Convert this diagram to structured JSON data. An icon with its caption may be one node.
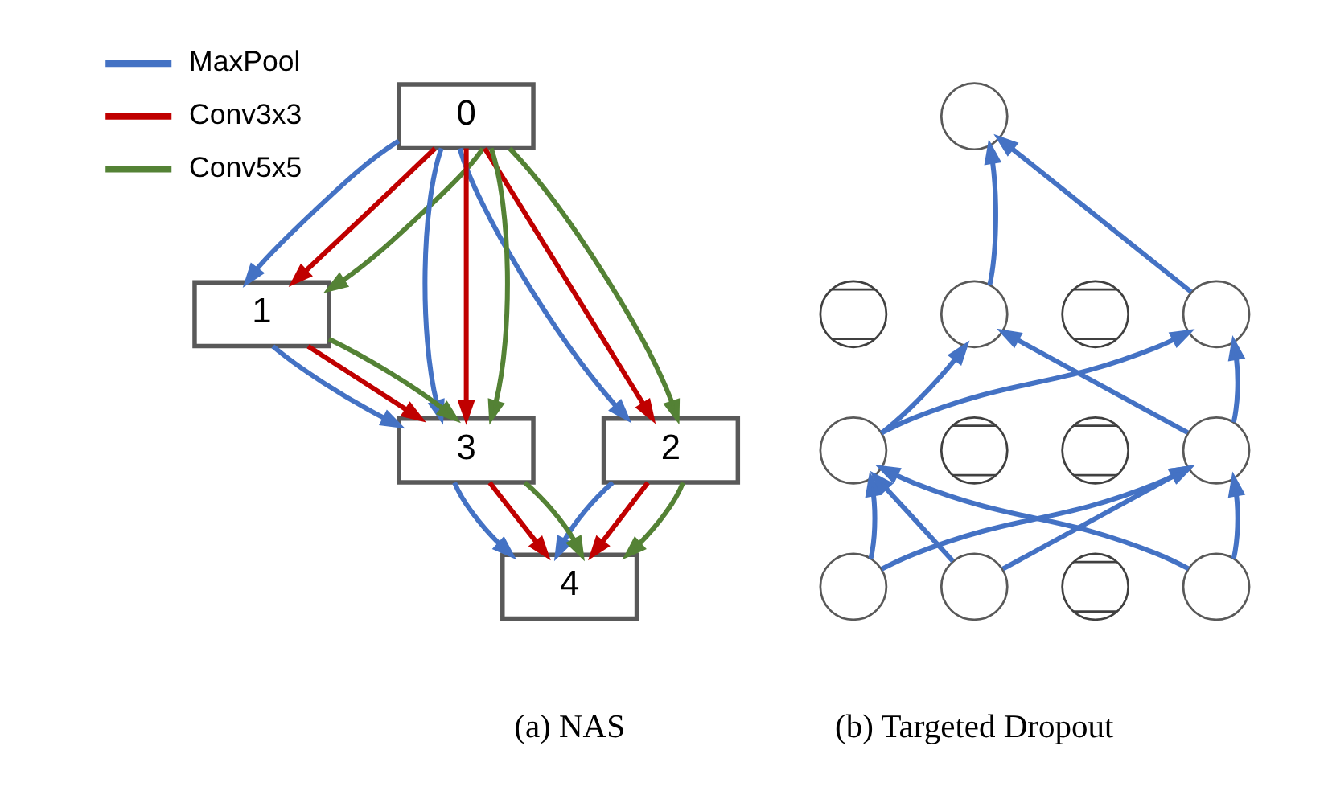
{
  "diagram": {
    "nodes": [
      {
        "text": [
          "0"
        ]
      },
      {
        "text": [
          "1"
        ]
      },
      {
        "text": [
          "2"
        ]
      },
      {
        "text": [
          "3"
        ]
      },
      {
        "text": [
          "4"
        ]
      },
      {
        "text": [],
        "shape": "circle"
      },
      {
        "text": [],
        "shape": "crossed-circle"
      },
      {
        "text": [],
        "shape": "circle"
      },
      {
        "text": [],
        "shape": "crossed-circle"
      },
      {
        "text": [],
        "shape": "circle"
      },
      {
        "text": [],
        "shape": "circle"
      },
      {
        "text": [],
        "shape": "crossed-circle"
      },
      {
        "text": [],
        "shape": "crossed-circle"
      },
      {
        "text": [],
        "shape": "circle"
      },
      {
        "text": [],
        "shape": "circle"
      },
      {
        "text": [],
        "shape": "circle"
      },
      {
        "text": [],
        "shape": "crossed-circle"
      },
      {
        "text": [],
        "shape": "circle"
      }
    ],
    "edges": [
      {
        "from": 0,
        "to": 1,
        "arrow": "to"
      },
      {
        "from": 0,
        "to": 1,
        "arrow": "to",
        "color": "#c00000"
      },
      {
        "from": 0,
        "to": 1,
        "arrow": "to",
        "color": "#548235"
      },
      {
        "from": 0,
        "to": 2,
        "arrow": "to"
      },
      {
        "from": 0,
        "to": 2,
        "arrow": "to",
        "color": "#c00000"
      },
      {
        "from": 0,
        "to": 2,
        "arrow": "to",
        "color": "#548235"
      },
      {
        "from": 0,
        "to": 3,
        "arrow": "to"
      },
      {
        "from": 0,
        "to": 3,
        "arrow": "to",
        "color": "#c00000"
      },
      {
        "from": 0,
        "to": 3,
        "arrow": "to",
        "color": "#548235"
      },
      {
        "from": 1,
        "to": 3,
        "arrow": "to"
      },
      {
        "from": 1,
        "to": 3,
        "arrow": "to",
        "color": "#c00000"
      },
      {
        "from": 1,
        "to": 3,
        "arrow": "to",
        "color": "#548235"
      },
      {
        "from": 2,
        "to": 4,
        "arrow": "to"
      },
      {
        "from": 2,
        "to": 4,
        "arrow": "to",
        "color": "#c00000"
      },
      {
        "from": 2,
        "to": 4,
        "arrow": "to",
        "color": "#548235"
      },
      {
        "from": 3,
        "to": 4,
        "arrow": "to"
      },
      {
        "from": 3,
        "to": 4,
        "arrow": "to",
        "color": "#c00000"
      },
      {
        "from": 3,
        "to": 4,
        "arrow": "to",
        "color": "#548235"
      },
      {
        "from": 7,
        "to": 5,
        "arrow": "to"
      },
      {
        "from": 9,
        "to": 5,
        "arrow": "to"
      },
      {
        "from": 10,
        "to": 7,
        "arrow": "to"
      },
      {
        "from": 10,
        "to": 9,
        "arrow": "to"
      },
      {
        "from": 13,
        "to": 7,
        "arrow": "to"
      },
      {
        "from": 13,
        "to": 9,
        "arrow": "to"
      },
      {
        "from": 14,
        "to": 10,
        "arrow": "to"
      },
      {
        "from": 15,
        "to": 10,
        "arrow": "to"
      },
      {
        "from": 17,
        "to": 10,
        "arrow": "to"
      },
      {
        "from": 14,
        "to": 13,
        "arrow": "to"
      },
      {
        "from": 15,
        "to": 13,
        "arrow": "to"
      },
      {
        "from": 17,
        "to": 13,
        "arrow": "to"
      }
    ],
    "labels": [
      "(a) NAS",
      "(b) Targeted Dropout"
    ],
    "legend": [
      {
        "text": "MaxPool",
        "color": "#4472c4"
      },
      {
        "text": "Conv3x3",
        "color": "#c00000"
      },
      {
        "text": "Conv5x5",
        "color": "#548235"
      }
    ]
  }
}
